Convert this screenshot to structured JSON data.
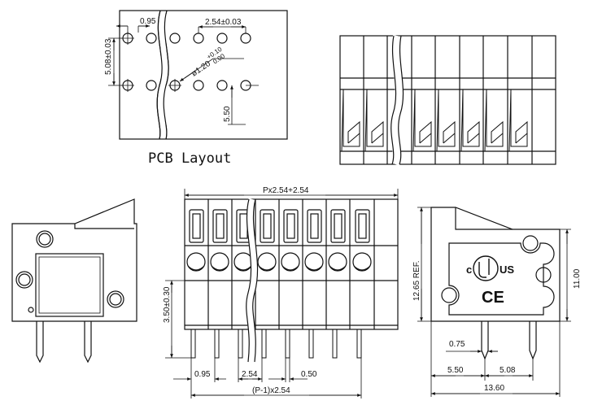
{
  "pcb_layout": {
    "title": "PCB Layout",
    "dim_offset": "0.95",
    "dim_pitch": "2.54±0.03",
    "dim_row_spacing": "5.08±0.03",
    "dim_hole": "ø1.20",
    "dim_hole_tol_upper": "+0.10",
    "dim_hole_tol_lower": "0.00",
    "dim_edge": "5.50"
  },
  "front_view": {
    "dim_overall": "Px2.54+2.54",
    "dim_pin_length": "3.50±0.30",
    "dim_first_pin": "0.95",
    "dim_pitch": "2.54",
    "dim_pin_width": "0.50",
    "dim_pin_span": "(P-1)x2.54"
  },
  "right_view": {
    "dim_height_ref": "12.65 REF.",
    "dim_body_height": "11.00",
    "dim_pin_thickness": "0.75",
    "dim_left_offset": "5.50",
    "dim_pin_spacing": "5.08",
    "dim_width": "13.60",
    "cert_ul_c": "c",
    "cert_ul_us": "US",
    "cert_ce": "CE"
  }
}
